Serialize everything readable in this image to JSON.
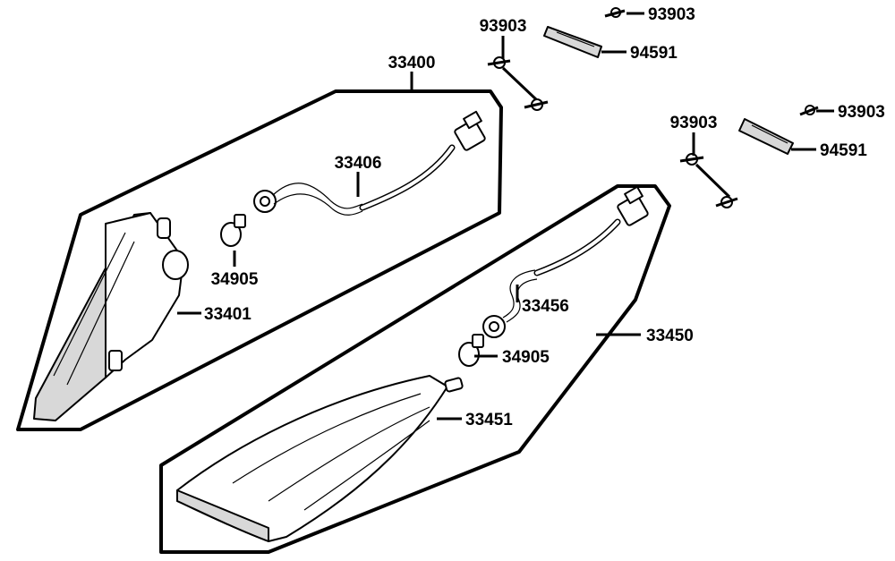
{
  "diagram": {
    "labels": {
      "assy_left": "33400",
      "harness_left": "33406",
      "bulb_left": "34905",
      "lens_left": "33401",
      "screw_1": "93903",
      "screw_2": "93903",
      "plate_1": "94591",
      "screw_3": "93903",
      "screw_4": "93903",
      "plate_2": "94591",
      "harness_right": "33456",
      "assy_right": "33450",
      "bulb_right": "34905",
      "lens_right": "33451"
    }
  }
}
